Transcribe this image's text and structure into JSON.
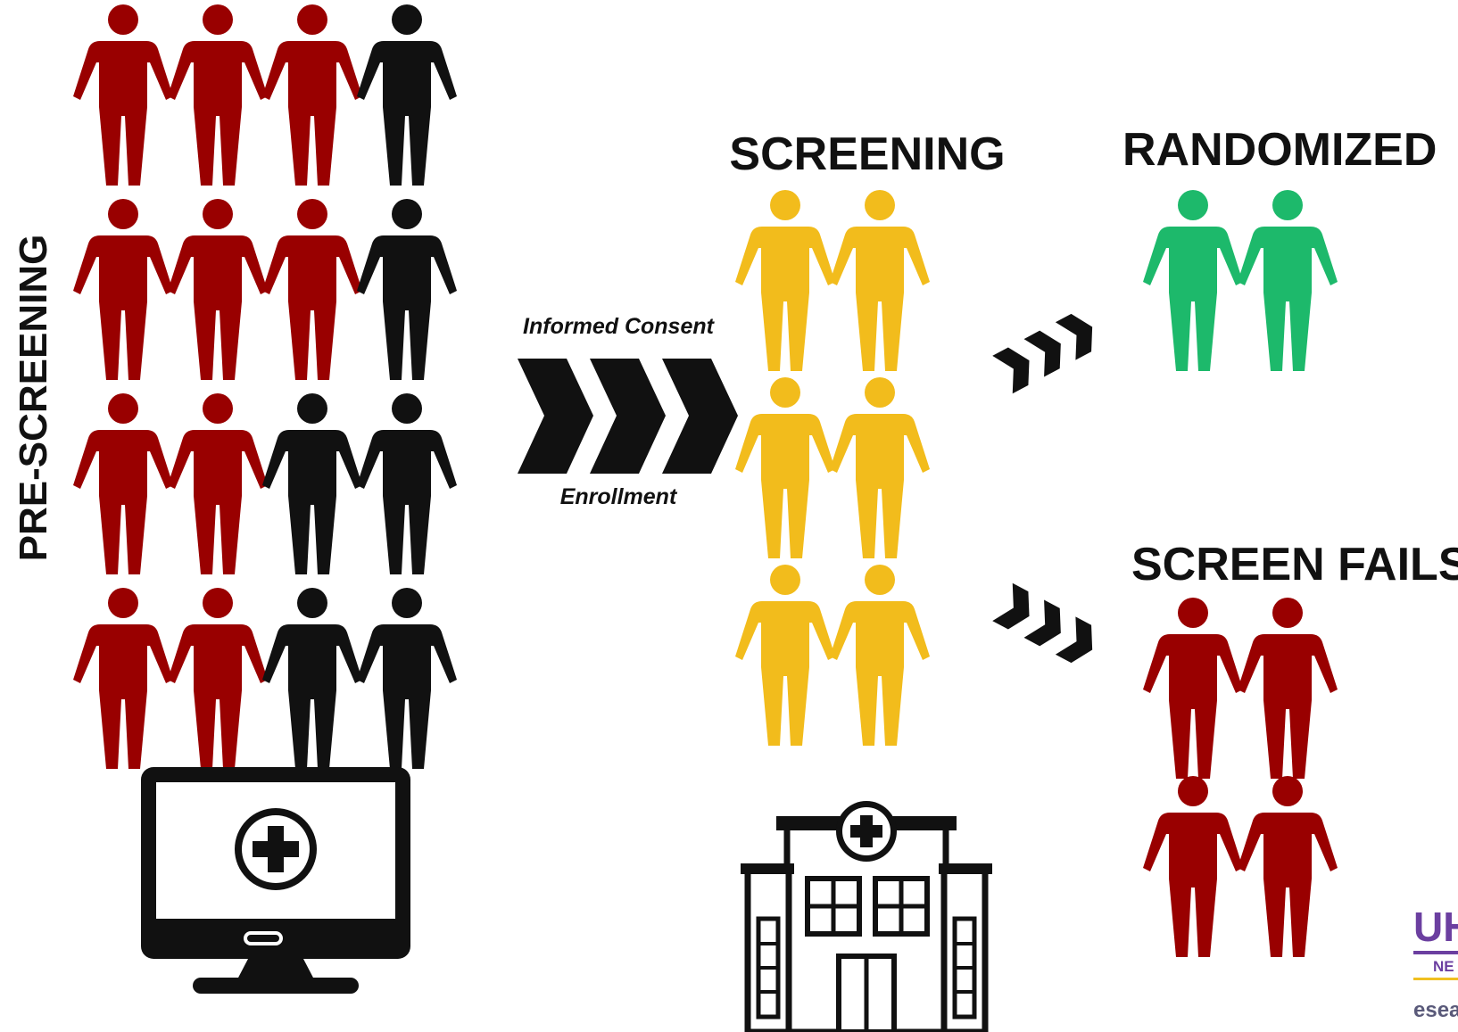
{
  "headings": {
    "pre_screening": "PRE-SCREENING",
    "screening": "SCREENING",
    "randomized": "RANDOMIZED",
    "screen_fails": "SCREEN FAILS"
  },
  "arrow_labels": {
    "top": "Informed Consent",
    "bottom": "Enrollment"
  },
  "logo": {
    "letters": "UH",
    "sub": "NE",
    "tagline": "esea"
  },
  "colors": {
    "dark_red": "#990000",
    "black": "#111111",
    "yellow": "#F2BC1C",
    "green": "#1DB96B",
    "logo_purple": "#6B3FA0",
    "logo_yellow": "#F0C020"
  },
  "icons": {
    "computer": "computer-medical-icon",
    "hospital": "hospital-icon",
    "person": "person-icon",
    "chevron": "chevron-arrow-icon"
  },
  "groups": {
    "pre_screening": {
      "rows": [
        [
          "dark_red",
          "dark_red",
          "dark_red",
          "black"
        ],
        [
          "dark_red",
          "dark_red",
          "dark_red",
          "black"
        ],
        [
          "dark_red",
          "dark_red",
          "black",
          "black"
        ],
        [
          "dark_red",
          "dark_red",
          "black",
          "black"
        ]
      ]
    },
    "screening": {
      "rows": [
        [
          "yellow",
          "yellow"
        ],
        [
          "yellow",
          "yellow"
        ],
        [
          "yellow",
          "yellow"
        ]
      ]
    },
    "randomized": {
      "rows": [
        [
          "green",
          "green"
        ]
      ]
    },
    "screen_fails": {
      "rows": [
        [
          "dark_red",
          "dark_red"
        ],
        [
          "dark_red",
          "dark_red"
        ]
      ]
    }
  }
}
